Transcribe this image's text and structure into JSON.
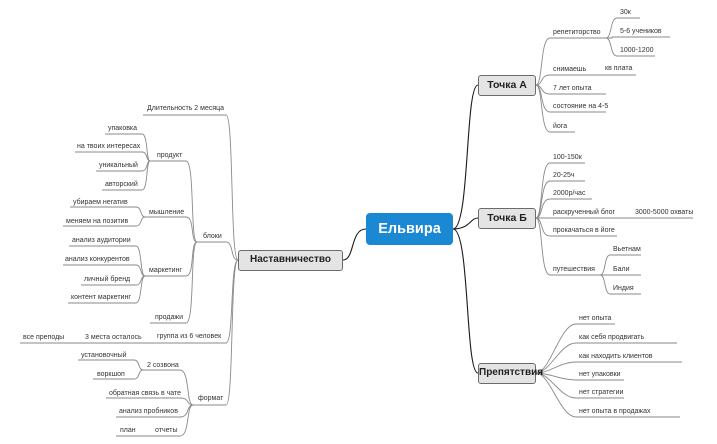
{
  "central": "Ельвира",
  "right": {
    "point_a": {
      "title": "Точка А",
      "tutoring": "репетиторство",
      "tutoring_items": [
        "30к",
        "5-6 учеников",
        "1000-1200"
      ],
      "rent": "снимаешь",
      "rent_item": "кв плата",
      "experience": "7 лет опыта",
      "state": "состояние на 4-5",
      "yoga": "йога"
    },
    "point_b": {
      "title": "Точка Б",
      "income": "100-150к",
      "hours": "20-25ч",
      "rate": "2000р/час",
      "blog": "раскрученный блог",
      "blog_item": "3000-5000 охваты",
      "yoga": "прокачаться в йоге",
      "travel": "путешествия",
      "travel_items": [
        "Вьетнам",
        "Бали",
        "Индия"
      ]
    },
    "obstacles": {
      "title": "Препятствия",
      "items": [
        "нет опыта",
        "как себя продвигать",
        "как находить клиентов",
        "нет упаковки",
        "нет стратегии",
        "нет опыта в продажах"
      ]
    }
  },
  "left": {
    "mentorship": {
      "title": "Наставничество",
      "duration": "Длительность 2 месяца",
      "blocks": "блоки",
      "product": "продукт",
      "product_items": [
        "упаковка",
        "на твоих интересах",
        "уникальный",
        "авторский"
      ],
      "mindset": "мышление",
      "mindset_items": [
        "убираем негатив",
        "меняем на позитив"
      ],
      "marketing": "маркетинг",
      "marketing_items": [
        "анализ аудитории",
        "анализ конкурентов",
        "личный бренд",
        "контент маркетинг"
      ],
      "sales": "продажи",
      "group": "группа из 6 человек",
      "places": "3 места осталось",
      "places_item": "все преподы",
      "format": "формат",
      "calls": "2 созвона",
      "calls_items": [
        "установочный",
        "воркшоп"
      ],
      "chat": "обратная связь в чате",
      "trials": "анализ пробников",
      "reports": "отчеты",
      "reports_item": "план"
    }
  }
}
